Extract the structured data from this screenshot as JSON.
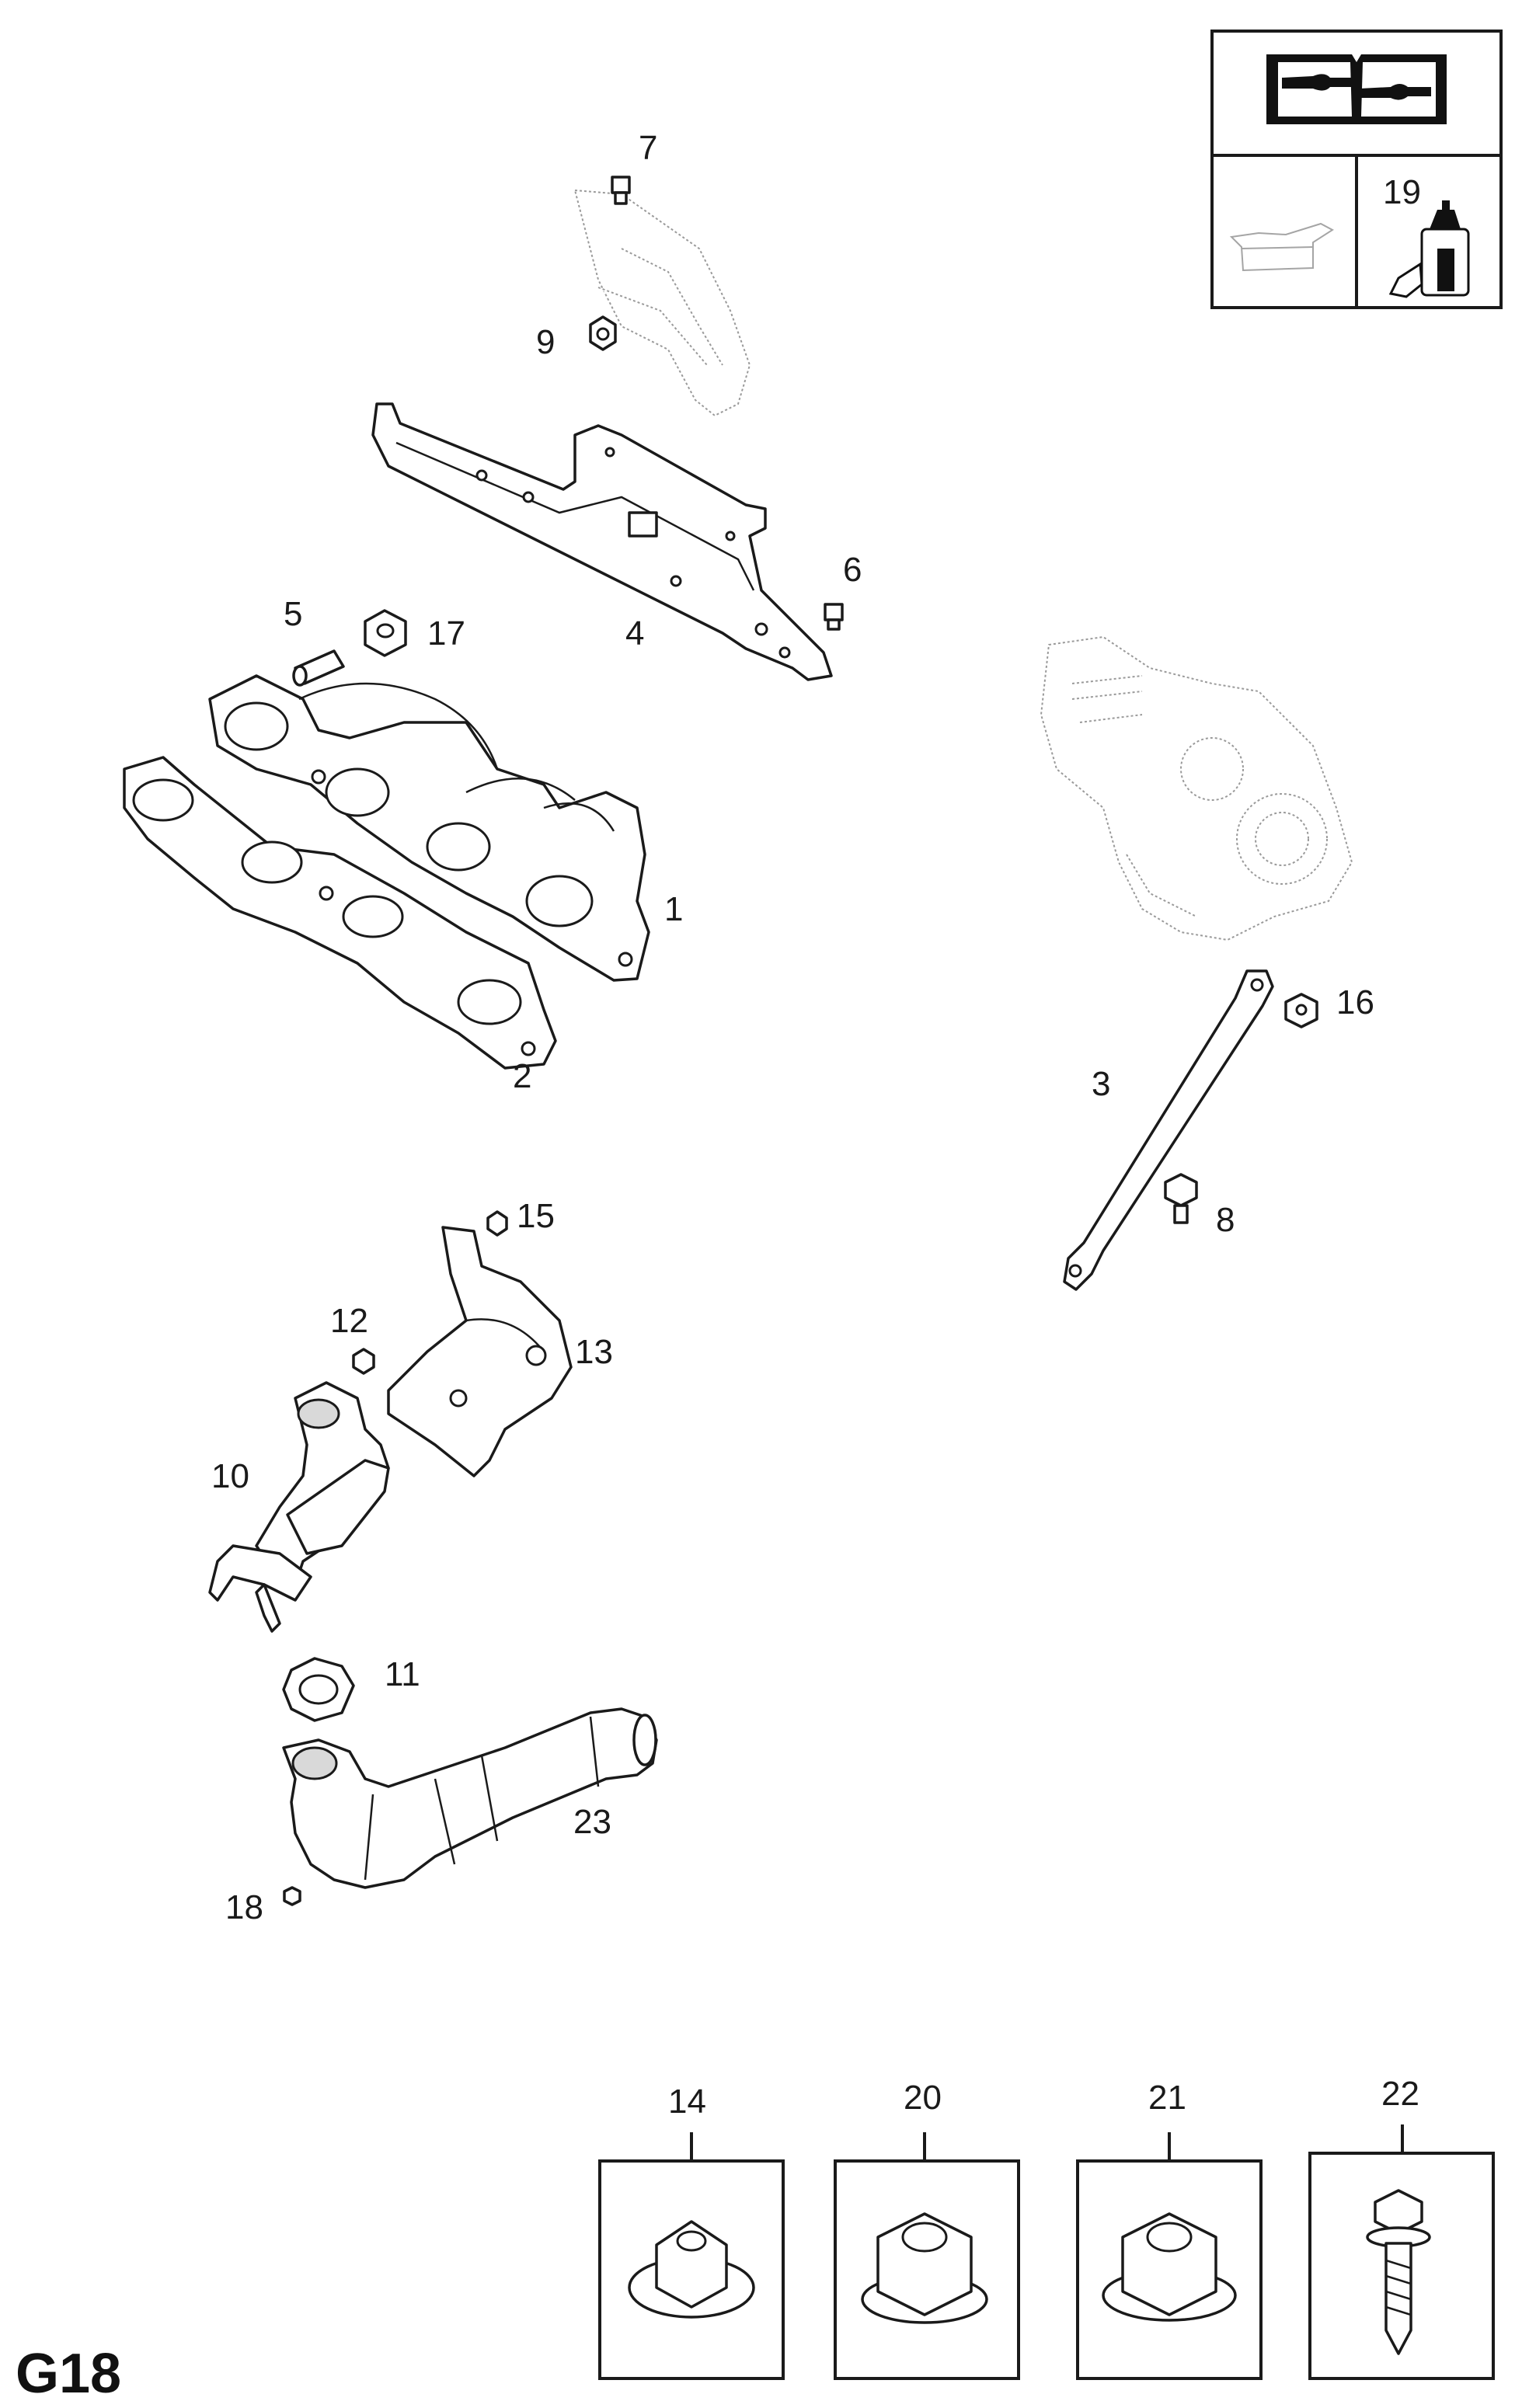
{
  "diagram_code": "G18",
  "callouts": [
    {
      "id": "c1",
      "text": "1"
    },
    {
      "id": "c2",
      "text": "2"
    },
    {
      "id": "c3",
      "text": "3"
    },
    {
      "id": "c4",
      "text": "4"
    },
    {
      "id": "c5",
      "text": "5"
    },
    {
      "id": "c6",
      "text": "6"
    },
    {
      "id": "c7",
      "text": "7"
    },
    {
      "id": "c8",
      "text": "8"
    },
    {
      "id": "c9",
      "text": "9"
    },
    {
      "id": "c10",
      "text": "10"
    },
    {
      "id": "c11",
      "text": "11"
    },
    {
      "id": "c12",
      "text": "12"
    },
    {
      "id": "c13",
      "text": "13"
    },
    {
      "id": "c15",
      "text": "15"
    },
    {
      "id": "c16",
      "text": "16"
    },
    {
      "id": "c17",
      "text": "17"
    },
    {
      "id": "c18",
      "text": "18"
    },
    {
      "id": "c23",
      "text": "23"
    }
  ],
  "legend": {
    "tool_cell_number": "19"
  },
  "detail_boxes": [
    {
      "number": "14",
      "part": "flanged hex nut with washer"
    },
    {
      "number": "20",
      "part": "flanged hex nut"
    },
    {
      "number": "21",
      "part": "flanged hex nut"
    },
    {
      "number": "22",
      "part": "hex head bolt"
    }
  ],
  "icons": [
    "workshop-manual-icon",
    "sealant-can-icon",
    "threadlock-bottle-icon"
  ]
}
